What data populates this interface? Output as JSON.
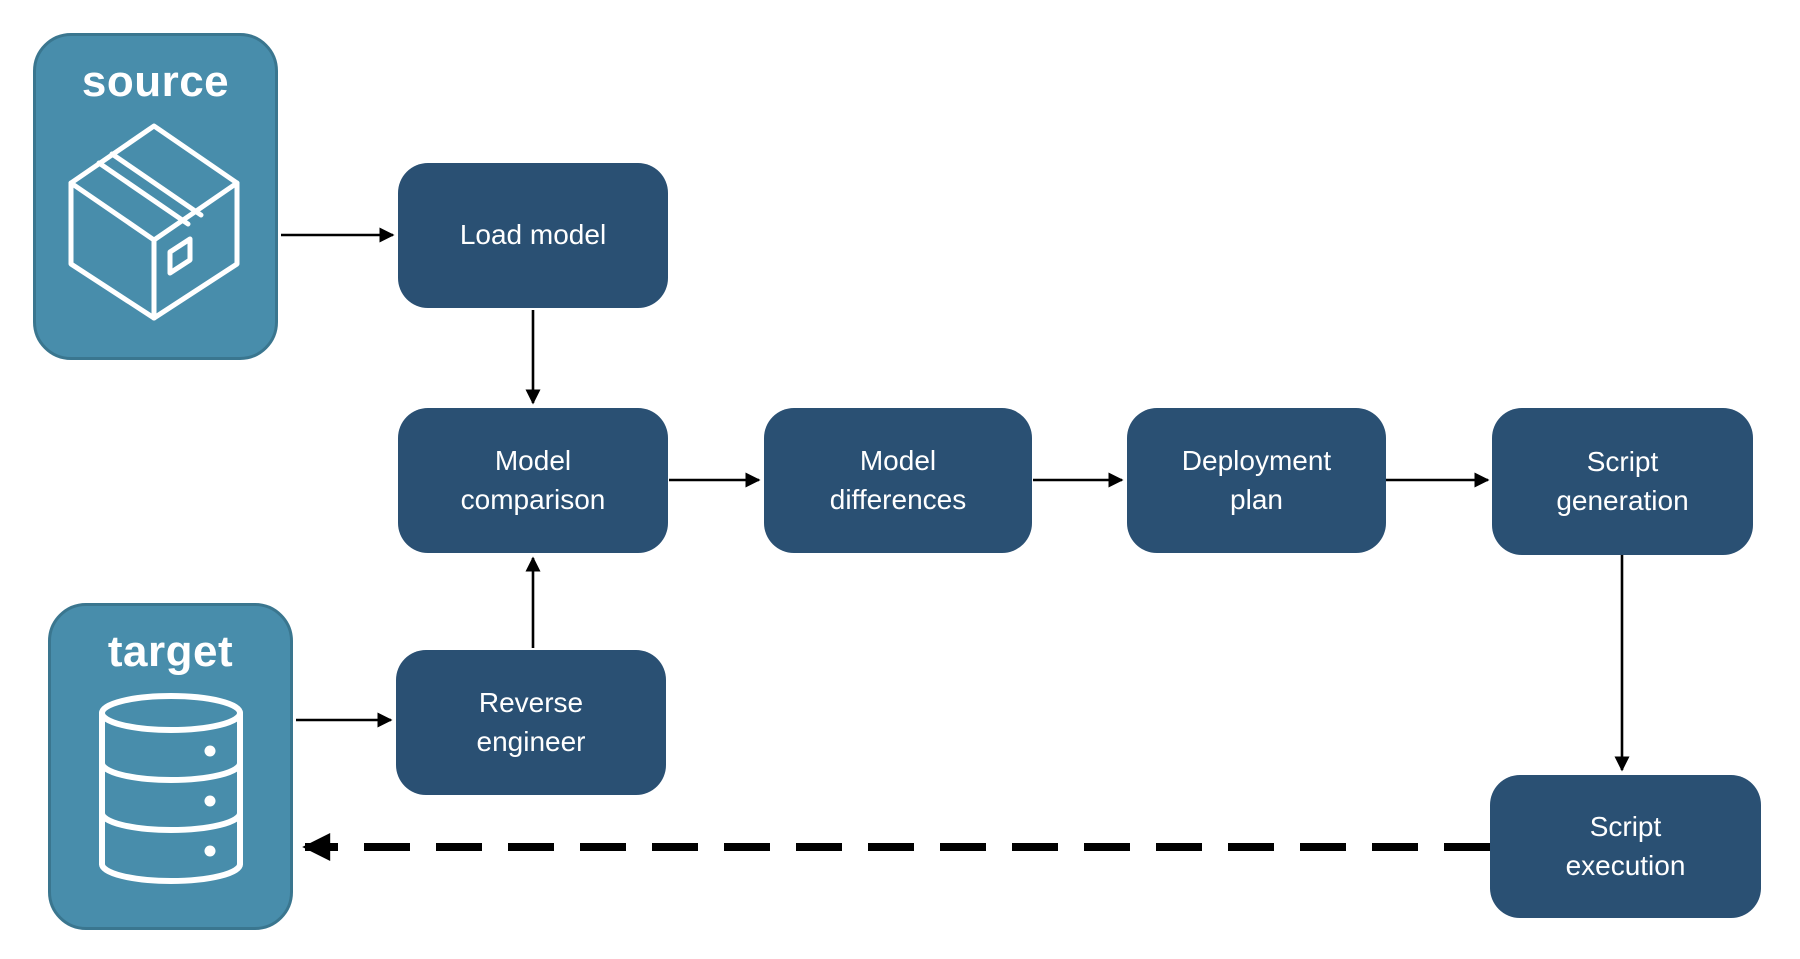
{
  "diagram": {
    "background_color": "#ffffff",
    "colors": {
      "entity_fill": "#488dab",
      "entity_border": "#3a768f",
      "process_fill": "#2a5073",
      "label_text": "#ffffff",
      "arrow": "#000000"
    },
    "entities": [
      {
        "id": "source",
        "label": "source",
        "icon": "package-icon"
      },
      {
        "id": "target",
        "label": "target",
        "icon": "database-icon"
      }
    ],
    "processes": [
      {
        "id": "load-model",
        "label": "Load model"
      },
      {
        "id": "model-comparison",
        "label": "Model comparison"
      },
      {
        "id": "model-differences",
        "label": "Model differences"
      },
      {
        "id": "deployment-plan",
        "label": "Deployment plan"
      },
      {
        "id": "script-generation",
        "label": "Script generation"
      },
      {
        "id": "reverse-engineer",
        "label": "Reverse engineer"
      },
      {
        "id": "script-execution",
        "label": "Script execution"
      }
    ],
    "edges": [
      {
        "from": "source",
        "to": "load-model",
        "style": "solid"
      },
      {
        "from": "load-model",
        "to": "model-comparison",
        "style": "solid"
      },
      {
        "from": "model-comparison",
        "to": "model-differences",
        "style": "solid"
      },
      {
        "from": "model-differences",
        "to": "deployment-plan",
        "style": "solid"
      },
      {
        "from": "deployment-plan",
        "to": "script-generation",
        "style": "solid"
      },
      {
        "from": "script-generation",
        "to": "script-execution",
        "style": "solid"
      },
      {
        "from": "reverse-engineer",
        "to": "model-comparison",
        "style": "solid"
      },
      {
        "from": "target",
        "to": "reverse-engineer",
        "style": "solid"
      },
      {
        "from": "script-execution",
        "to": "target",
        "style": "dashed"
      }
    ]
  }
}
